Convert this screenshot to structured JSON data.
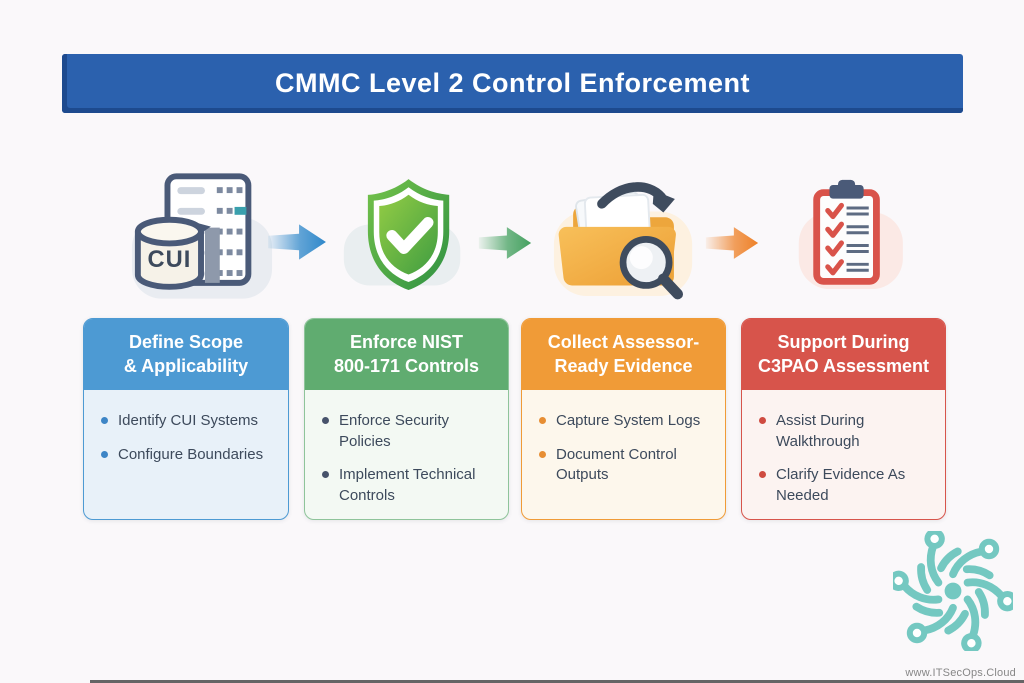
{
  "title": "CMMC Level 2 Control Enforcement",
  "banner_color": "#2b61ae",
  "steps": [
    {
      "icon": "cui-server-icon",
      "icon_label": "CUI",
      "header_line1": "Define Scope",
      "header_line2": "& Applicability",
      "accent_color": "#4d9ad3",
      "bullets": [
        "Identify CUI Systems",
        "Configure Boundaries"
      ]
    },
    {
      "icon": "shield-check-icon",
      "header_line1": "Enforce NIST",
      "header_line2": "800-171 Controls",
      "accent_color": "#60ac70",
      "bullets": [
        "Enforce Security Policies",
        "Implement Technical Controls"
      ]
    },
    {
      "icon": "folder-search-icon",
      "header_line1": "Collect Assessor-",
      "header_line2": "Ready Evidence",
      "accent_color": "#f09b37",
      "bullets": [
        "Capture System Logs",
        "Document Control Outputs"
      ]
    },
    {
      "icon": "clipboard-checklist-icon",
      "header_line1": "Support During",
      "header_line2": "C3PAO Assessment",
      "accent_color": "#d7544b",
      "bullets": [
        "Assist During Walkthrough",
        "Clarify Evidence As Needed"
      ]
    }
  ],
  "arrows": [
    {
      "icon": "arrow-right-icon",
      "color": "#2f88ca"
    },
    {
      "icon": "arrow-right-icon",
      "color": "#45a160"
    },
    {
      "icon": "arrow-right-icon",
      "color": "#ee8128"
    }
  ],
  "footer": {
    "website": "www.ITSecOps.Cloud",
    "logo": "itsecops-network-logo",
    "logo_color": "#74c8c1"
  }
}
